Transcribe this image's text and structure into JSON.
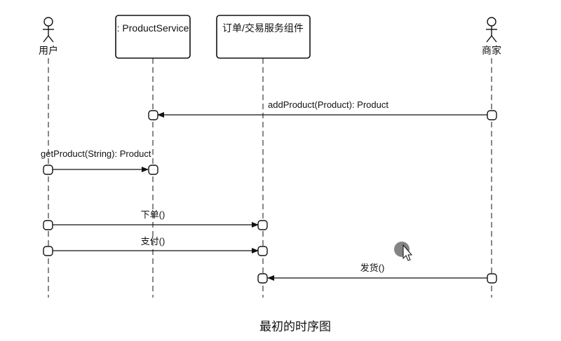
{
  "diagram": {
    "participants": {
      "user": "用户",
      "product_service": ": ProductService",
      "order_component": "订单/交易服务组件",
      "merchant": "商家"
    },
    "messages": {
      "add_product": "addProduct(Product): Product",
      "get_product": "getProduct(String): Product",
      "place_order": "下单()",
      "pay": "支付()",
      "ship": "发货()"
    },
    "caption": "最初的时序图"
  },
  "colors": {
    "line": "#111111",
    "background": "#ffffff",
    "cursor_highlight": "#6e6e6e"
  }
}
